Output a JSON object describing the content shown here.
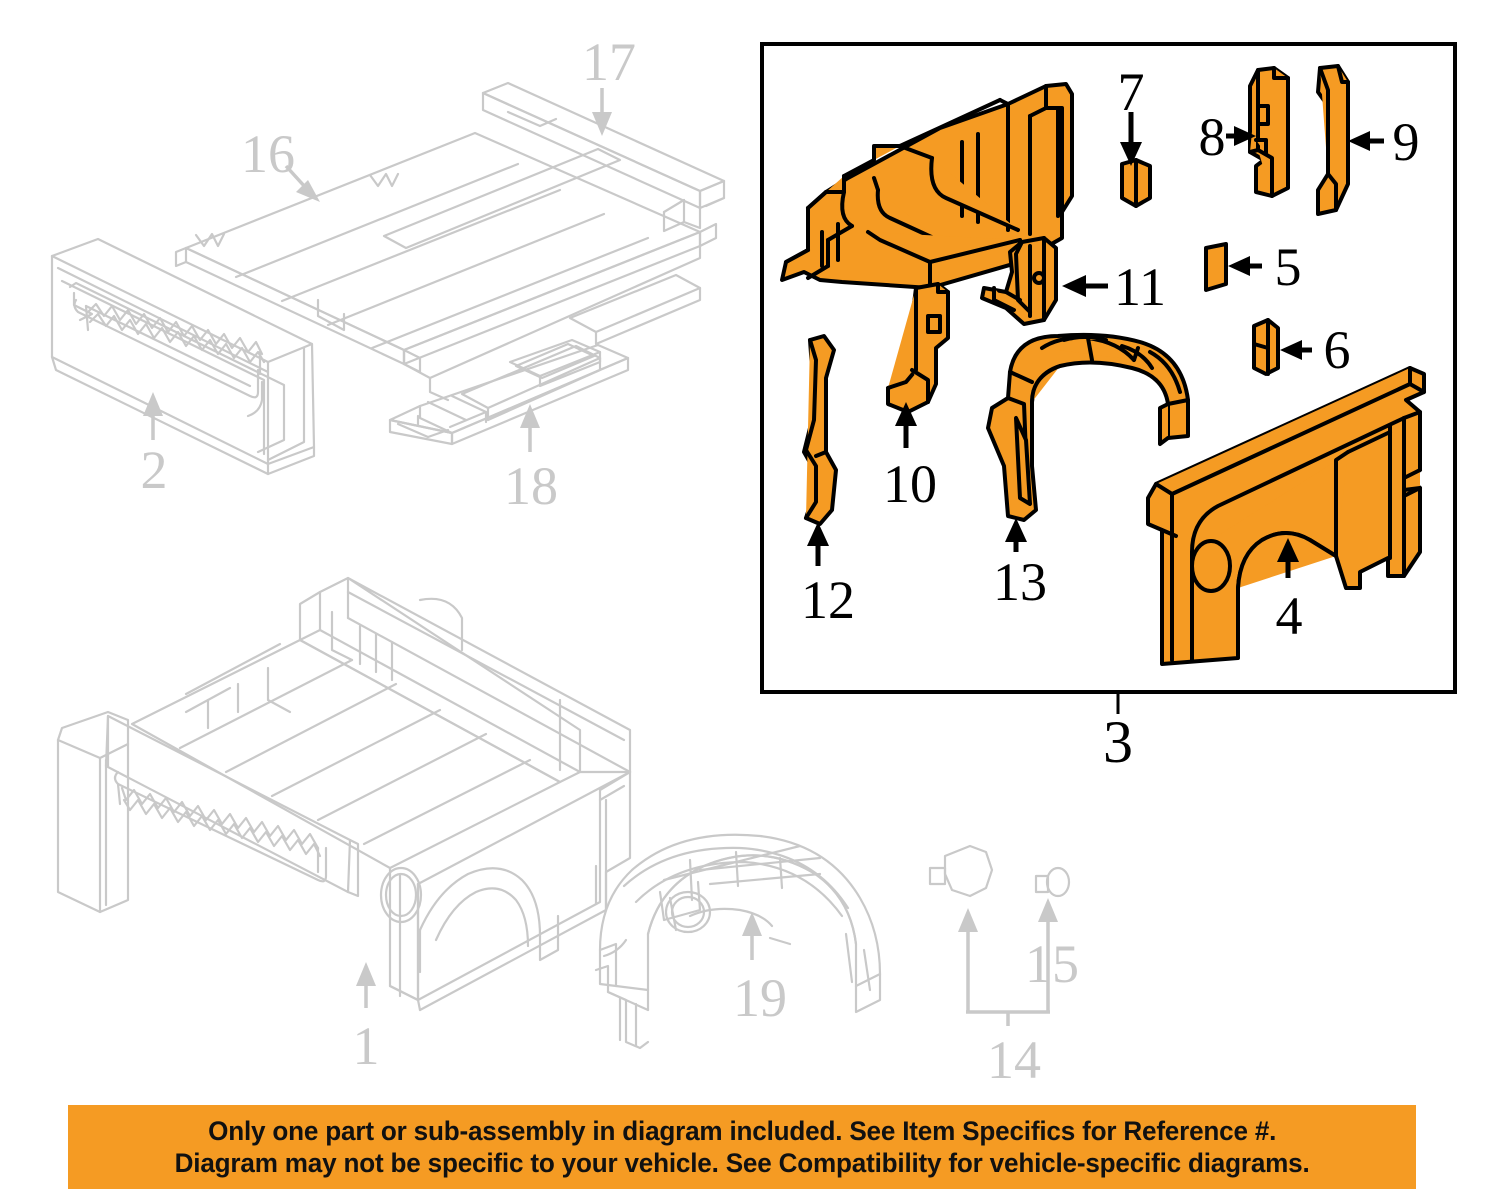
{
  "diagram": {
    "title": "Truck Bed Parts Exploded Diagram",
    "colors": {
      "highlight_orange": "#f59b23",
      "outline_black": "#000000",
      "ghost_grey": "#c9c9c9",
      "banner_background": "#f59b23",
      "banner_text": "#111111",
      "page_background": "#ffffff"
    }
  },
  "inset": {
    "callout_label": "3",
    "border_color": "#000000",
    "parts": [
      {
        "ref": "4",
        "name": "bed-side-panel-outer",
        "arrow": "up"
      },
      {
        "ref": "5",
        "name": "small-filler-plate",
        "arrow": "left"
      },
      {
        "ref": "6",
        "name": "corner-bracket",
        "arrow": "left"
      },
      {
        "ref": "7",
        "name": "small-angle-bracket",
        "arrow": "down"
      },
      {
        "ref": "8",
        "name": "front-pillar-reinforcement",
        "arrow": "right"
      },
      {
        "ref": "9",
        "name": "rear-pillar-reinforcement",
        "arrow": "left"
      },
      {
        "ref": "10",
        "name": "inner-support-bracket",
        "arrow": "up"
      },
      {
        "ref": "11",
        "name": "hinge-reinforcement-bracket",
        "arrow": "left"
      },
      {
        "ref": "12",
        "name": "vertical-pillar-strip",
        "arrow": "up"
      },
      {
        "ref": "13",
        "name": "wheelhouse-inner-panel",
        "arrow": "up"
      }
    ],
    "inner_panel_ref": "3"
  },
  "ghost_parts": [
    {
      "ref": "1",
      "name": "pickup-box-assembly",
      "arrow": "up"
    },
    {
      "ref": "2",
      "name": "tailgate",
      "arrow": "up"
    },
    {
      "ref": "14",
      "name": "fastener-nut",
      "arrow": "up"
    },
    {
      "ref": "15",
      "name": "fastener-bolt",
      "arrow": "up"
    },
    {
      "ref": "16",
      "name": "bed-floor-panel",
      "arrow": "down"
    },
    {
      "ref": "17",
      "name": "front-cross-member",
      "arrow": "down"
    },
    {
      "ref": "18",
      "name": "mounting-bracket",
      "arrow": "up"
    },
    {
      "ref": "19",
      "name": "wheelhouse-assembly",
      "arrow": "up"
    }
  ],
  "labels": {
    "n1": "1",
    "n2": "2",
    "n3": "3",
    "n4": "4",
    "n5": "5",
    "n6": "6",
    "n7": "7",
    "n8": "8",
    "n9": "9",
    "n10": "10",
    "n11": "11",
    "n12": "12",
    "n13": "13",
    "n14": "14",
    "n15": "15",
    "n16": "16",
    "n17": "17",
    "n18": "18",
    "n19": "19"
  },
  "banner": {
    "line1": "Only one part or sub-assembly in diagram included. See Item Specifics for Reference #.",
    "line2": "Diagram may not be specific to your vehicle. See Compatibility for vehicle-specific diagrams."
  }
}
